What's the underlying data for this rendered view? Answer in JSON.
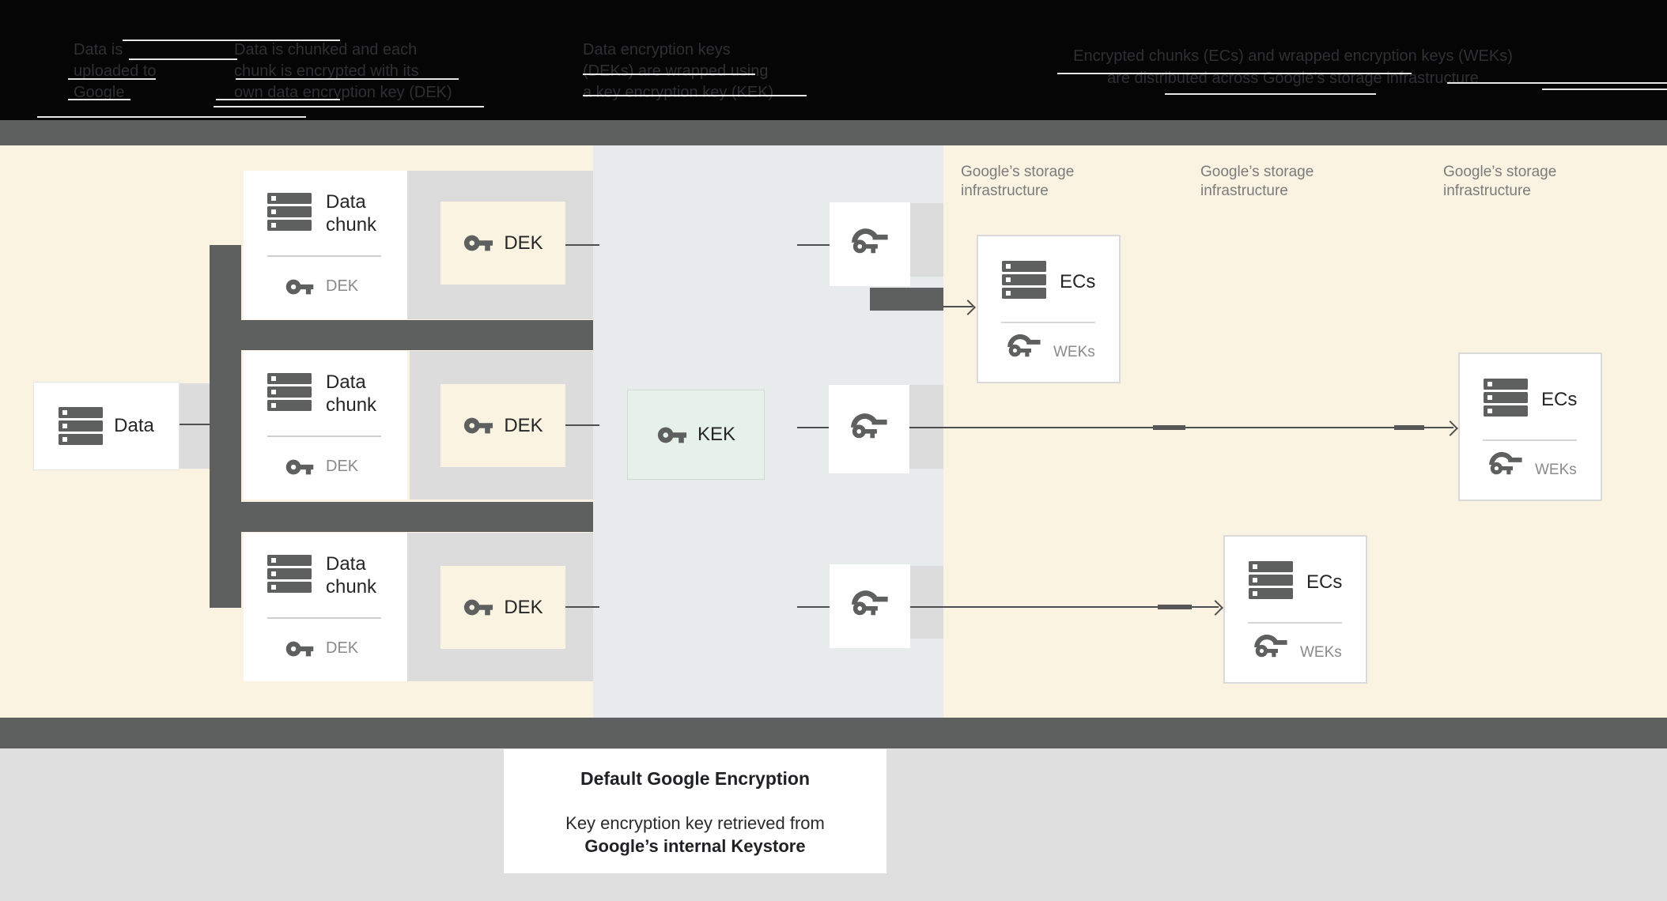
{
  "header": {
    "steps": [
      {
        "lines": [
          "Data is",
          "uploaded to",
          "Google"
        ]
      },
      {
        "lines": [
          "Data is chunked and each",
          "chunk is encrypted with its",
          "own data encryption key (DEK)"
        ]
      },
      {
        "lines": [
          "Data encryption keys",
          "(DEKs) are wrapped using",
          "a key encryption key (KEK)"
        ]
      },
      {
        "lines": [
          "Encrypted chunks (ECs) and wrapped encryption keys (WEKs)",
          "are distributed across Google’s storage infrastructure"
        ]
      }
    ]
  },
  "diagram": {
    "data_box": {
      "label": "Data"
    },
    "chunks": [
      {
        "title_line1": "Data",
        "title_line2": "chunk",
        "key_label": "DEK"
      },
      {
        "title_line1": "Data",
        "title_line2": "chunk",
        "key_label": "DEK"
      },
      {
        "title_line1": "Data",
        "title_line2": "chunk",
        "key_label": "DEK"
      }
    ],
    "dek_boxes": [
      {
        "label": "DEK"
      },
      {
        "label": "DEK"
      },
      {
        "label": "DEK"
      }
    ],
    "kek_box": {
      "label": "KEK"
    },
    "storage_labels": [
      {
        "line1": "Google’s storage",
        "line2": "infrastructure"
      },
      {
        "line1": "Google’s storage",
        "line2": "infrastructure"
      },
      {
        "line1": "Google’s storage",
        "line2": "infrastructure"
      }
    ],
    "ec_boxes": [
      {
        "title": "ECs",
        "key_label": "WEKs"
      },
      {
        "title": "ECs",
        "key_label": "WEKs"
      },
      {
        "title": "ECs",
        "key_label": "WEKs"
      }
    ],
    "icons": {
      "data_icon": "server-stack-icon",
      "key_icon": "key-icon",
      "wrapped_key_icon": "wrapped-key-icon"
    }
  },
  "caption": {
    "title": "Default Google Encryption",
    "line1": "Key encryption key retrieved from",
    "line2": "Google’s internal Keystore"
  },
  "colors": {
    "header_bg": "#050505",
    "background_cream": "#faf3e1",
    "panel_blue_gray": "#e7ebec",
    "kek_mint": "#e6f2e9",
    "dark_gray": "#5e5f5f",
    "strip_gray": "#dcdcdc",
    "footer_gray": "#dfdfdf",
    "line_dark": "#4f4f4f",
    "label_gray": "#7b7b7b"
  }
}
